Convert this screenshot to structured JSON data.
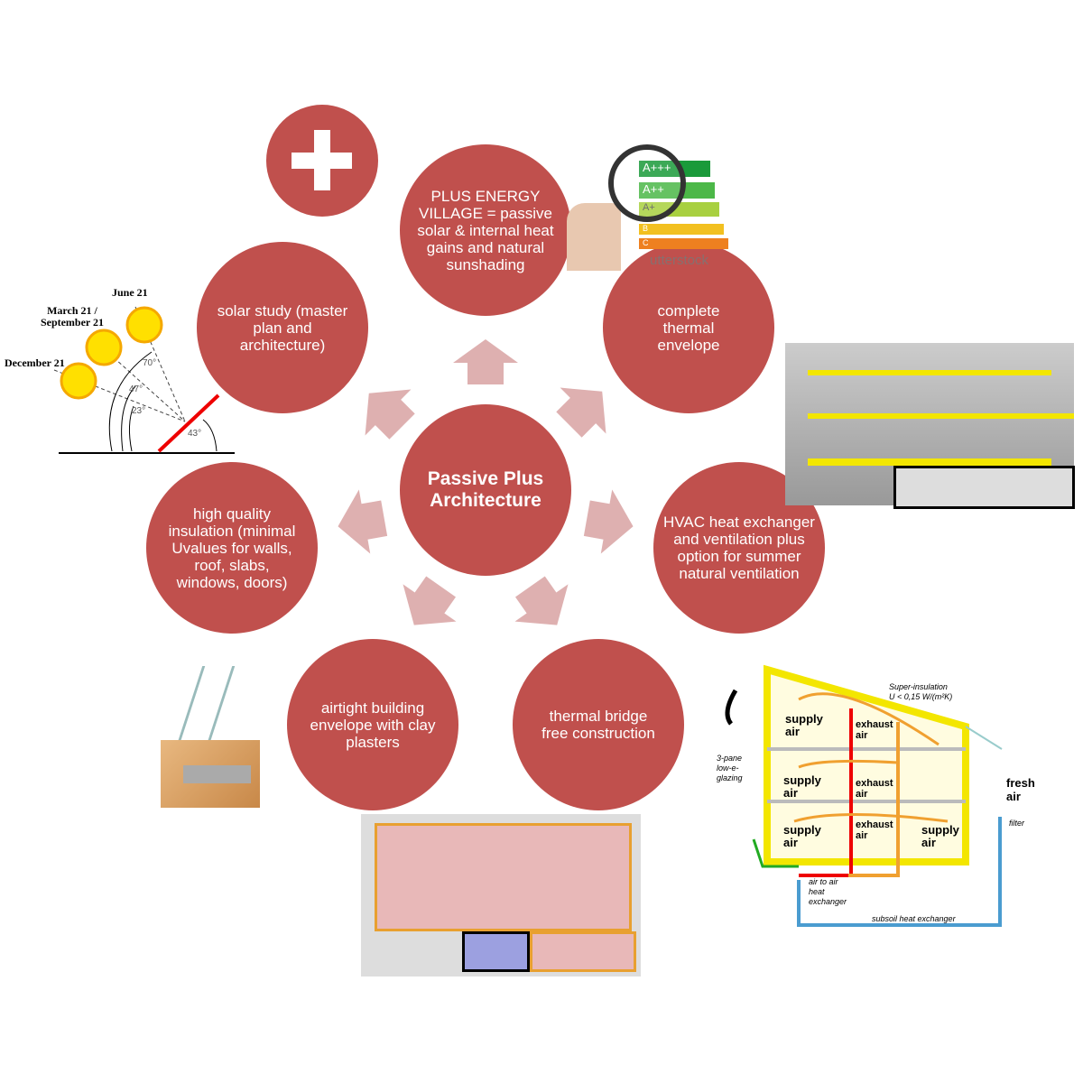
{
  "center": {
    "label": "Passive Plus Architecture"
  },
  "nodes": [
    {
      "id": "plus-energy",
      "label": "PLUS ENERGY VILLAGE = passive solar & internal heat gains and natural sunshading"
    },
    {
      "id": "solar-study",
      "label": "solar study (master plan and architecture)"
    },
    {
      "id": "thermal-envelope",
      "label": "complete thermal envelope"
    },
    {
      "id": "insulation",
      "label": "high quality insulation (minimal Uvalues for walls, roof, slabs, windows, doors)"
    },
    {
      "id": "hvac",
      "label": "HVAC heat exchanger and ventilation plus option for summer natural ventilation"
    },
    {
      "id": "airtight",
      "label": "airtight building envelope with clay plasters"
    },
    {
      "id": "thermal-bridge",
      "label": "thermal bridge free construction"
    }
  ],
  "solar_diagram": {
    "june": "June 21",
    "march": "March 21 / September 21",
    "december": "December 21",
    "angles": [
      "70°",
      "47°",
      "23°",
      "43°"
    ]
  },
  "energy_label": {
    "grades": [
      "A+++",
      "A++",
      "A+",
      "B",
      "C"
    ],
    "watermark": "utterstock"
  },
  "hvac_diagram": {
    "insulation": "Super-insulation",
    "u_value": "U < 0,15 W/(m²K)",
    "glazing": "3-pane low-e-glazing",
    "supply": "supply air",
    "exhaust": "exhaust air",
    "fresh": "fresh air",
    "filter": "filter",
    "hx": "air to air heat exchanger",
    "subsoil": "subsoil heat exchanger"
  },
  "colors": {
    "circle": "#c0504d",
    "arrow": "#deb0b0"
  }
}
